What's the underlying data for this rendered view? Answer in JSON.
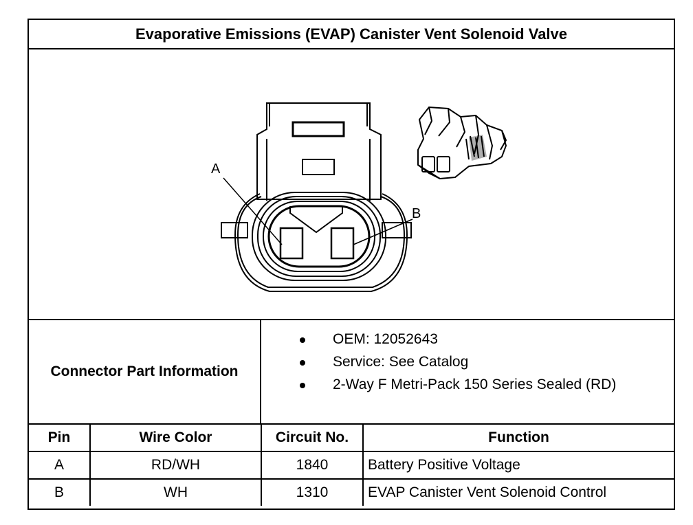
{
  "title": "Evaporative Emissions (EVAP) Canister Vent Solenoid Valve",
  "figure": {
    "callout_a": "A",
    "callout_b": "B"
  },
  "connector_info": {
    "label": "Connector Part Information",
    "items": [
      "OEM: 12052643",
      "Service: See Catalog",
      "2-Way F Metri-Pack 150 Series Sealed (RD)"
    ]
  },
  "pin_table": {
    "headers": [
      "Pin",
      "Wire Color",
      "Circuit No.",
      "Function"
    ],
    "rows": [
      [
        "A",
        "RD/WH",
        "1840",
        "Battery Positive Voltage"
      ],
      [
        "B",
        "WH",
        "1310",
        "EVAP Canister Vent Solenoid Control"
      ]
    ]
  }
}
